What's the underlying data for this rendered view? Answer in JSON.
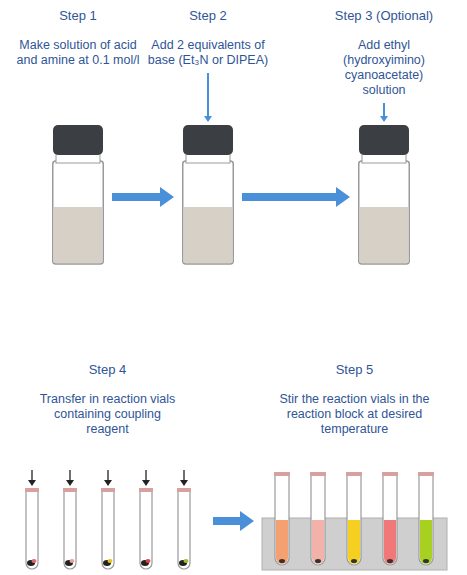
{
  "diagram": {
    "nodes": [
      {
        "text": [
          "Step 1",
          "Make solution of acid and amine at 0.1 mol/l"
        ]
      },
      {
        "text": [
          "Step 2",
          "Add 2 equivalents of base (Et₃N or DIPEA)"
        ]
      },
      {
        "text": [
          "Step 3 (Optional)",
          "Add ethyl (hydroxyimino) cyanoacetate) solution"
        ]
      },
      {
        "text": [
          "Step 4",
          "Transfer in reaction vials containing coupling reagent"
        ]
      },
      {
        "text": [
          "Step 5",
          "Stir the reaction vials in the reaction block at desired temperature"
        ]
      }
    ],
    "edges": [
      {
        "from": 0,
        "to": 1,
        "arrow": "to"
      },
      {
        "from": 1,
        "to": 2,
        "arrow": "to"
      },
      {
        "from": 3,
        "to": 4,
        "arrow": "to"
      }
    ]
  }
}
